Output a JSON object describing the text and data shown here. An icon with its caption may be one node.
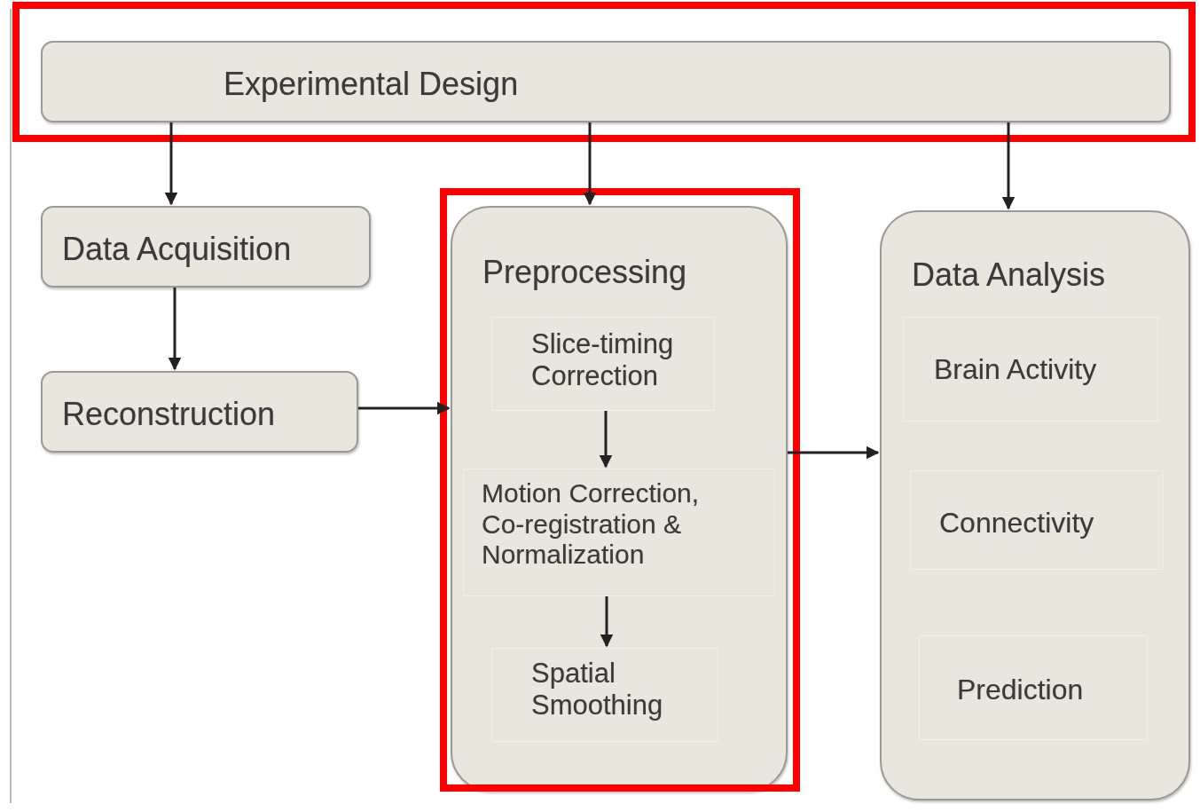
{
  "diagram": {
    "nodes": [
      {
        "text": [
          "Experimental Design"
        ]
      },
      {
        "text": [
          "Data Acquisition"
        ]
      },
      {
        "text": [
          "Reconstruction"
        ]
      },
      {
        "text": [
          "Preprocessing"
        ]
      },
      {
        "text": [
          "Slice-timing Correction"
        ],
        "in": 3
      },
      {
        "text": [
          "Motion Correction, Co-registration & Normalization"
        ],
        "in": 3
      },
      {
        "text": [
          "Spatial Smoothing"
        ],
        "in": 3
      },
      {
        "text": [
          "Data Analysis"
        ]
      },
      {
        "text": [
          "Brain Activity"
        ],
        "in": 7
      },
      {
        "text": [
          "Connectivity"
        ],
        "in": 7
      },
      {
        "text": [
          "Prediction"
        ],
        "in": 7
      }
    ],
    "edges": [
      {
        "from": 0,
        "to": 1,
        "arrow": "to"
      },
      {
        "from": 0,
        "to": 3,
        "arrow": "to"
      },
      {
        "from": 0,
        "to": 7,
        "arrow": "to"
      },
      {
        "from": 1,
        "to": 2,
        "arrow": "to"
      },
      {
        "from": 2,
        "to": 3,
        "arrow": "to"
      },
      {
        "from": 3,
        "to": 7,
        "arrow": "to"
      },
      {
        "from": 4,
        "to": 5,
        "arrow": "to"
      },
      {
        "from": 5,
        "to": 6,
        "arrow": "to"
      }
    ]
  }
}
